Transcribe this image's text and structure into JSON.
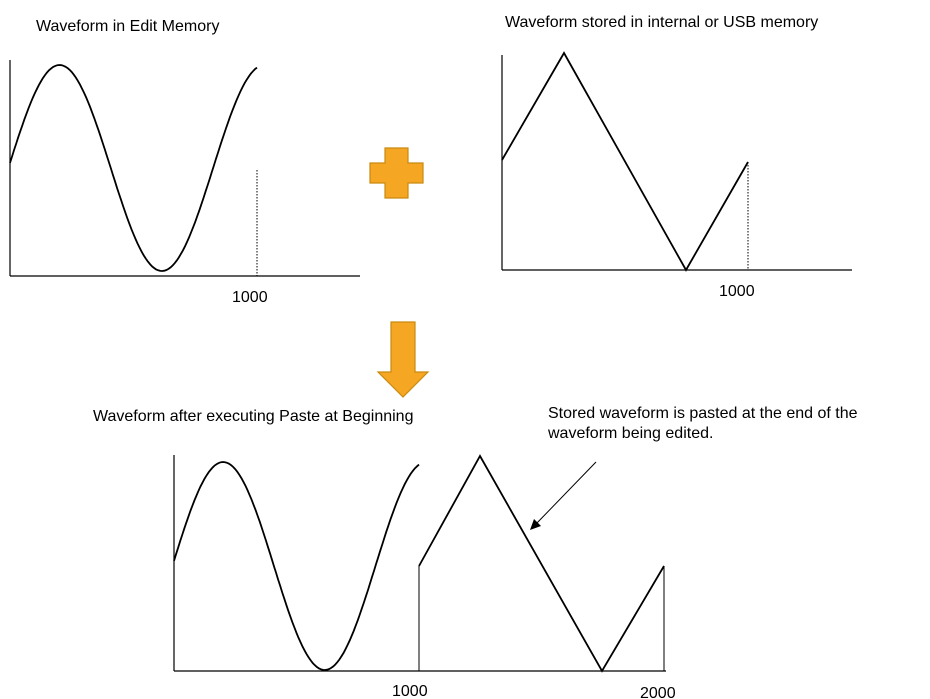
{
  "panels": {
    "edit_memory": {
      "title": "Waveform in Edit Memory",
      "x_tick": "1000"
    },
    "stored": {
      "title": "Waveform stored in internal or USB memory",
      "x_tick": "1000"
    },
    "result": {
      "title": "Waveform after executing Paste at Beginning",
      "x_tick_mid": "1000",
      "x_tick_end": "2000",
      "annotation_line1": "Stored waveform is pasted at the end of the",
      "annotation_line2": "waveform being edited."
    }
  },
  "symbols": {
    "plus_color": "#F5A623",
    "plus_outline": "#C98A10",
    "arrow_color": "#F5A623",
    "arrow_outline": "#C98A10"
  }
}
